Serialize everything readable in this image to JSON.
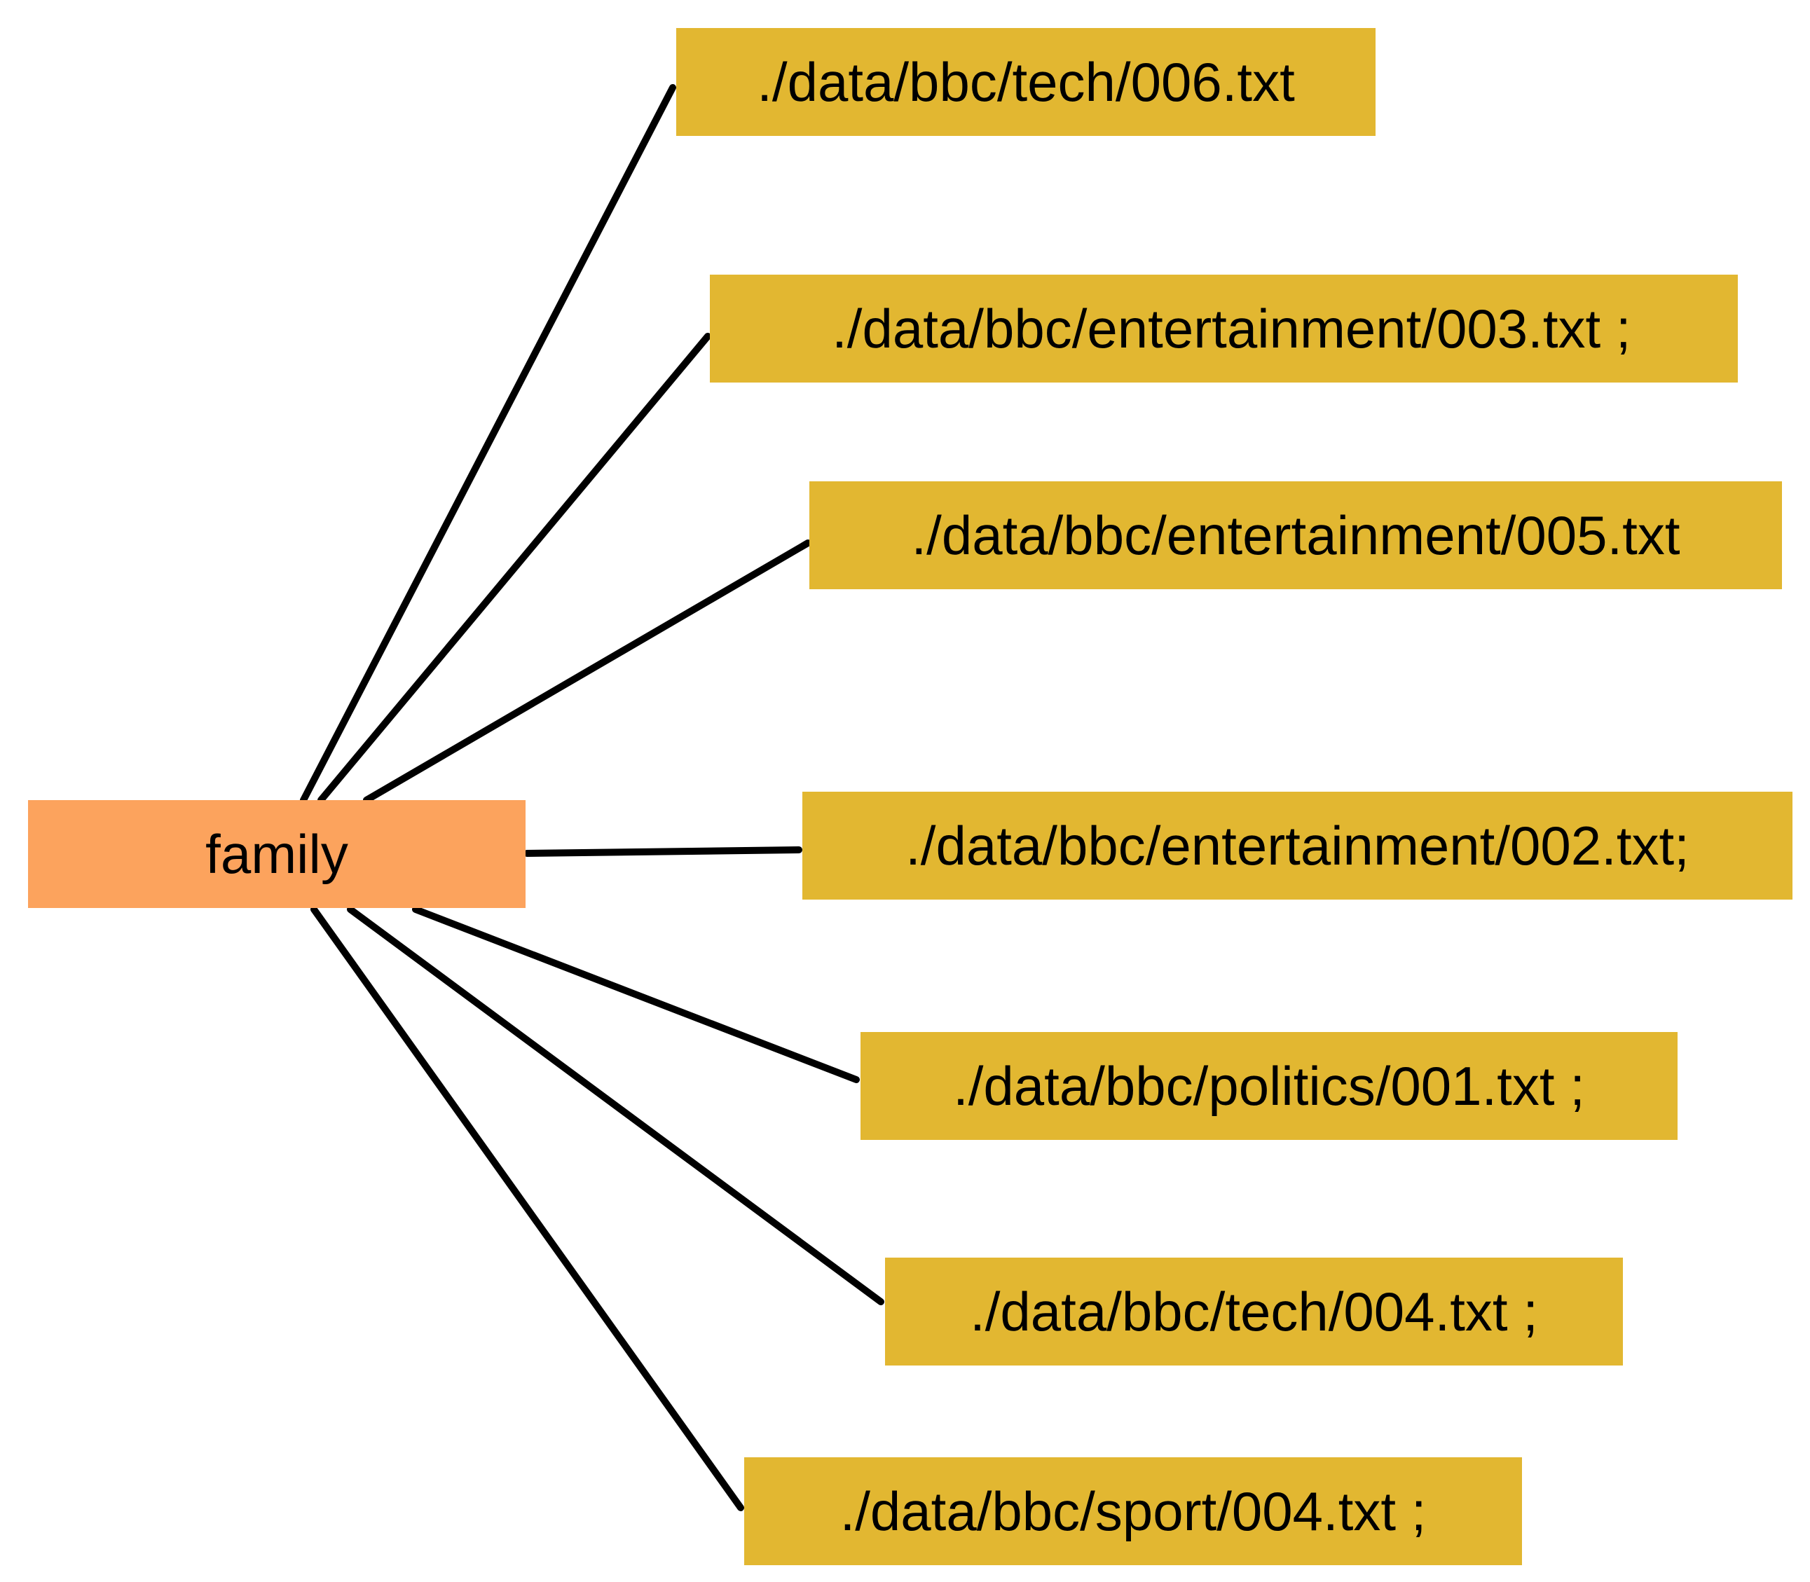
{
  "diagram": {
    "source": {
      "label": "family",
      "color": "#FCA35D"
    },
    "target_color": "#E2B731",
    "edge_color": "#000000",
    "targets": [
      {
        "label": "./data/bbc/tech/006.txt"
      },
      {
        "label": " ./data/bbc/entertainment/003.txt ;"
      },
      {
        "label": "./data/bbc/entertainment/005.txt"
      },
      {
        "label": "./data/bbc/entertainment/002.txt;"
      },
      {
        "label": "./data/bbc/politics/001.txt ;"
      },
      {
        "label": "./data/bbc/tech/004.txt ;"
      },
      {
        "label": "./data/bbc/sport/004.txt ;"
      }
    ]
  }
}
